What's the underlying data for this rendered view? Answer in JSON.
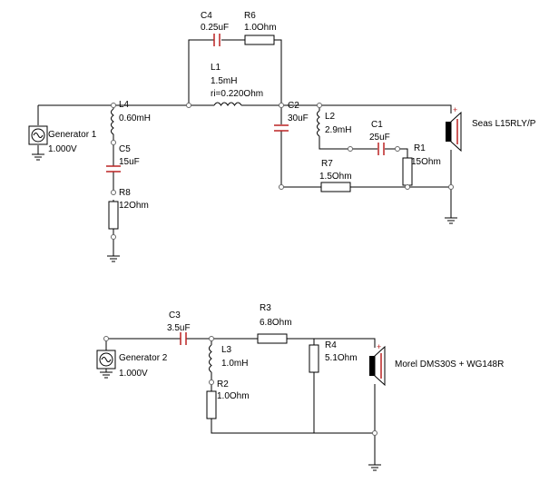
{
  "circuit1": {
    "generator": {
      "name": "Generator 1",
      "value": "1.000V"
    },
    "L4": {
      "ref": "L4",
      "value": "0.60mH"
    },
    "C5": {
      "ref": "C5",
      "value": "15uF"
    },
    "R8": {
      "ref": "R8",
      "value": "12Ohm"
    },
    "C4": {
      "ref": "C4",
      "value": "0.25uF"
    },
    "R6": {
      "ref": "R6",
      "value": "1.0Ohm"
    },
    "L1": {
      "ref": "L1",
      "value": "1.5mH",
      "ri": "ri=0.220Ohm"
    },
    "C2": {
      "ref": "C2",
      "value": "30uF"
    },
    "L2": {
      "ref": "L2",
      "value": "2.9mH"
    },
    "C1": {
      "ref": "C1",
      "value": "25uF"
    },
    "R1": {
      "ref": "R1",
      "value": "15Ohm"
    },
    "R7": {
      "ref": "R7",
      "value": "1.5Ohm"
    },
    "speaker": {
      "name": "Seas L15RLY/P"
    }
  },
  "circuit2": {
    "generator": {
      "name": "Generator 2",
      "value": "1.000V"
    },
    "C3": {
      "ref": "C3",
      "value": "3.5uF"
    },
    "L3": {
      "ref": "L3",
      "value": "1.0mH"
    },
    "R2": {
      "ref": "R2",
      "value": "1.0Ohm"
    },
    "R3": {
      "ref": "R3",
      "value": "6.8Ohm"
    },
    "R4": {
      "ref": "R4",
      "value": "5.1Ohm"
    },
    "speaker": {
      "name": "Morel DMS30S + WG148R"
    }
  },
  "colors": {
    "capacitor": "#bb2222",
    "wire": "#000000",
    "node": "#666666"
  }
}
